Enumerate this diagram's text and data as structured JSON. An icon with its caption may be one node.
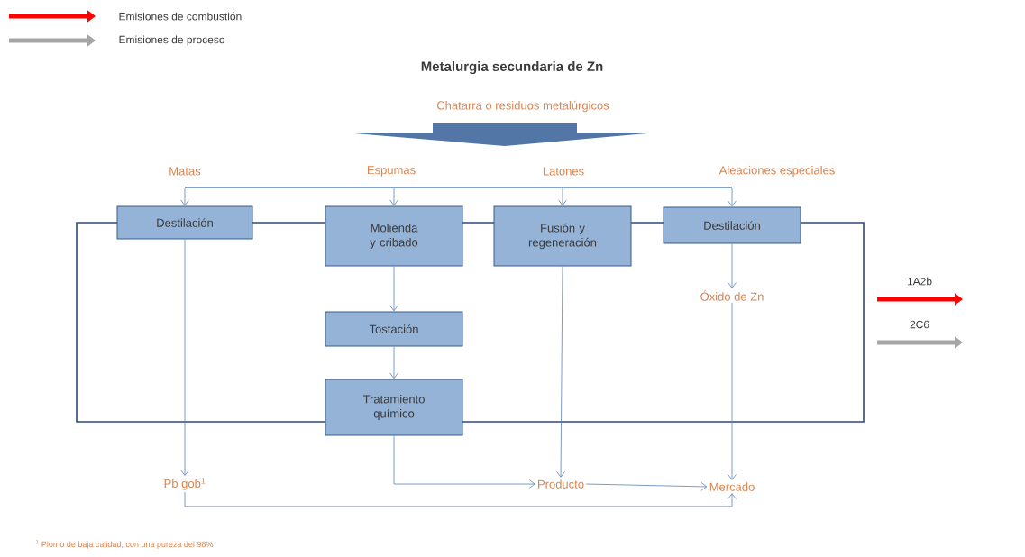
{
  "diagram": {
    "title": "Metalurgia secundaria de Zn",
    "nodes": [
      {
        "text": [
          "Chatarra o residuos metalúrgicos"
        ]
      },
      {
        "text": [
          "Matas"
        ]
      },
      {
        "text": [
          "Espumas"
        ]
      },
      {
        "text": [
          "Latones"
        ]
      },
      {
        "text": [
          "Aleaciones especiales"
        ]
      },
      {
        "text": [
          "Destilación"
        ]
      },
      {
        "text": [
          "Molienda y cribado"
        ]
      },
      {
        "text": [
          "Fusión y regeneración"
        ]
      },
      {
        "text": [
          "Destilación"
        ]
      },
      {
        "text": [
          "Tostación"
        ]
      },
      {
        "text": [
          "Tratamiento químico"
        ]
      },
      {
        "text": [
          "Óxido de Zn"
        ]
      },
      {
        "text": [
          "Pb gob$^{1}$"
        ]
      },
      {
        "text": [
          "Producto"
        ]
      },
      {
        "text": [
          "Mercado"
        ]
      },
      {
        "text": [],
        "shape": "bar"
      }
    ],
    "edges": [
      {
        "from": 15,
        "to": 5,
        "arrow": "to"
      },
      {
        "from": 15,
        "to": 6,
        "arrow": "to"
      },
      {
        "from": 15,
        "to": 7,
        "arrow": "to"
      },
      {
        "from": 15,
        "to": 8,
        "arrow": "to"
      },
      {
        "from": 5,
        "to": 12,
        "arrow": "to"
      },
      {
        "from": 6,
        "to": 9,
        "arrow": "to"
      },
      {
        "from": 9,
        "to": 10,
        "arrow": "to"
      },
      {
        "from": 10,
        "to": 13,
        "arrow": "to"
      },
      {
        "from": 7,
        "to": 13,
        "arrow": "to"
      },
      {
        "from": 8,
        "to": 11,
        "arrow": "to"
      },
      {
        "from": 11,
        "to": 14,
        "arrow": "to"
      },
      {
        "from": 13,
        "to": 14,
        "arrow": "to"
      },
      {
        "from": 12,
        "to": 14,
        "arrow": "to"
      }
    ],
    "labels": [
      "1A2b",
      "2C6",
      "$^{1}$ Plomo de baja calidad, con una pureza del 98%"
    ],
    "legend": [
      {
        "text": "Emisiones de combustión"
      },
      {
        "text": "Emisiones de proceso"
      }
    ]
  }
}
